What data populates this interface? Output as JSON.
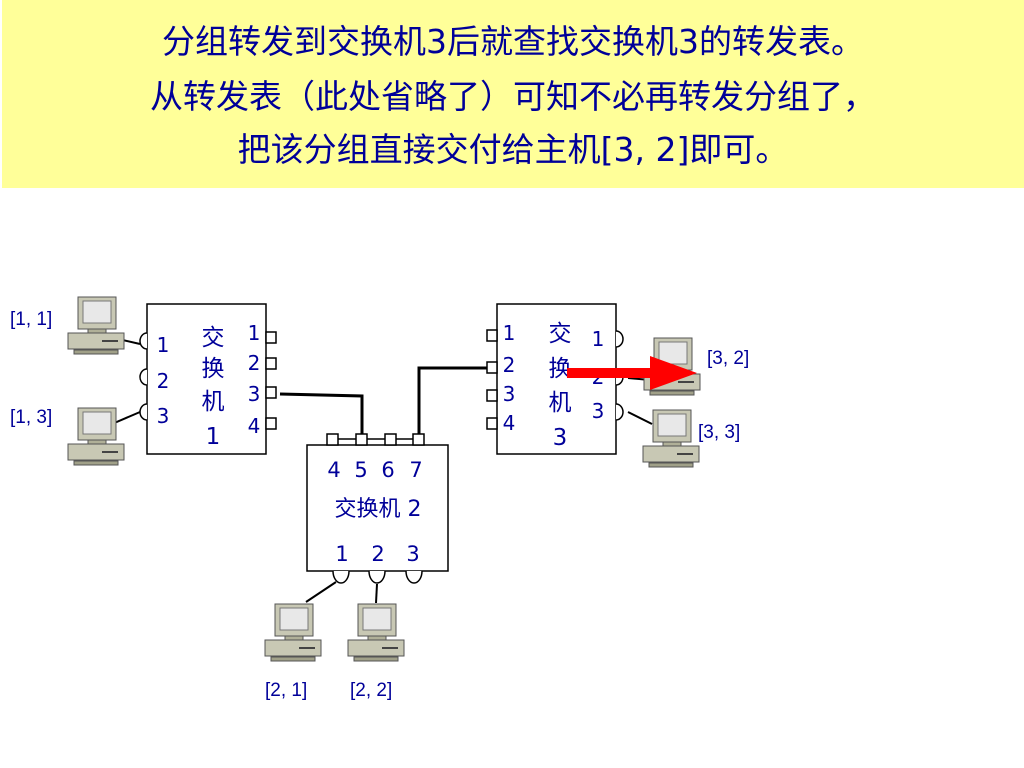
{
  "title_lines": [
    "分组转发到交换机3后就查找交换机3的转发表。",
    "从转发表（此处省略了）可知不必再转发分组了，",
    "把该分组直接交付给主机[3, 2]即可。"
  ],
  "switch1": {
    "name_chars": [
      "交",
      "换",
      "机",
      "1"
    ],
    "left_ports": [
      "1",
      "2",
      "3"
    ],
    "right_ports": [
      "1",
      "2",
      "3",
      "4"
    ]
  },
  "switch2": {
    "name": "交换机 2",
    "top_ports": [
      "4",
      "5",
      "6",
      "7"
    ],
    "bottom_ports": [
      "1",
      "2",
      "3"
    ]
  },
  "switch3": {
    "name_chars": [
      "交",
      "换",
      "机",
      "3"
    ],
    "left_ports": [
      "1",
      "2",
      "3",
      "4"
    ],
    "right_ports": [
      "1",
      "2",
      "3"
    ]
  },
  "hosts": {
    "h11": "[1, 1]",
    "h13": "[1, 3]",
    "h21": "[2, 1]",
    "h22": "[2, 2]",
    "h32": "[3, 2]",
    "h33": "[3, 3]"
  },
  "colors": {
    "banner": "#ffff99",
    "text": "#000099",
    "arrow": "#ff0000",
    "computer": "#c8c8b4"
  }
}
